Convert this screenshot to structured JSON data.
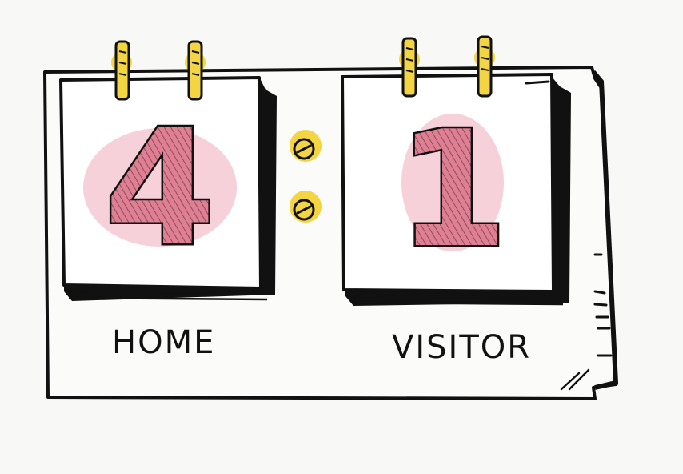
{
  "scoreboard": {
    "home": {
      "label": "HOME",
      "score": "4"
    },
    "visitor": {
      "label": "VISITOR",
      "score": "1"
    }
  },
  "colors": {
    "ink": "#111111",
    "paper": "#ffffff",
    "board": "#fbfbf9",
    "score_fill": "#e07f94",
    "ring_yellow": "#f3d443",
    "background": "#f8f8f6"
  },
  "icons": [
    "binder-ring-icon",
    "colon-dot-icon"
  ]
}
